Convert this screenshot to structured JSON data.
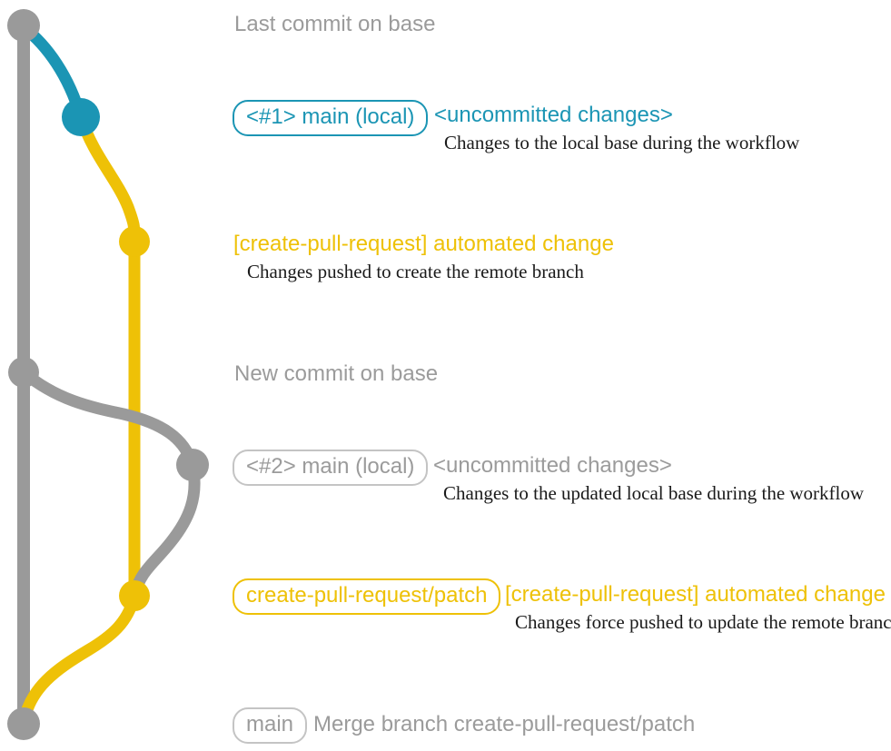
{
  "colors": {
    "gray": "#9a9a9a",
    "gray_text": "#9b9b9b",
    "gray_box_border": "#c4c4c4",
    "blue": "#1b95b4",
    "yellow": "#eec107",
    "desc_text": "#1a1a1a",
    "background": "#ffffff"
  },
  "graph": {
    "base_branch": "base",
    "nodes": [
      {
        "id": "last-commit-on-base",
        "color": "gray"
      },
      {
        "id": "local-main-1",
        "color": "blue"
      },
      {
        "id": "create-pull-request-commit-1",
        "color": "yellow"
      },
      {
        "id": "new-commit-on-base",
        "color": "gray"
      },
      {
        "id": "local-main-2",
        "color": "gray"
      },
      {
        "id": "create-pull-request-commit-2",
        "color": "yellow"
      },
      {
        "id": "merge-commit",
        "color": "gray"
      }
    ]
  },
  "annotations": {
    "last_commit": "Last commit on base",
    "branch1_box": "<#1> main (local)",
    "branch1_status": "<uncommitted changes>",
    "branch1_desc": "Changes to the local base during the workflow",
    "cpr_commit1_title": "[create-pull-request] automated change",
    "cpr_commit1_desc": "Changes pushed to create the remote branch",
    "new_commit": "New commit on base",
    "branch2_box": "<#2> main (local)",
    "branch2_status": "<uncommitted changes>",
    "branch2_desc": "Changes to the updated local base during the workflow",
    "patch_branch_box": "create-pull-request/patch",
    "cpr_commit2_title": "[create-pull-request] automated change",
    "cpr_commit2_desc": "Changes force pushed to update the remote branch",
    "merge_box": "main",
    "merge_desc": "Merge branch create-pull-request/patch"
  }
}
